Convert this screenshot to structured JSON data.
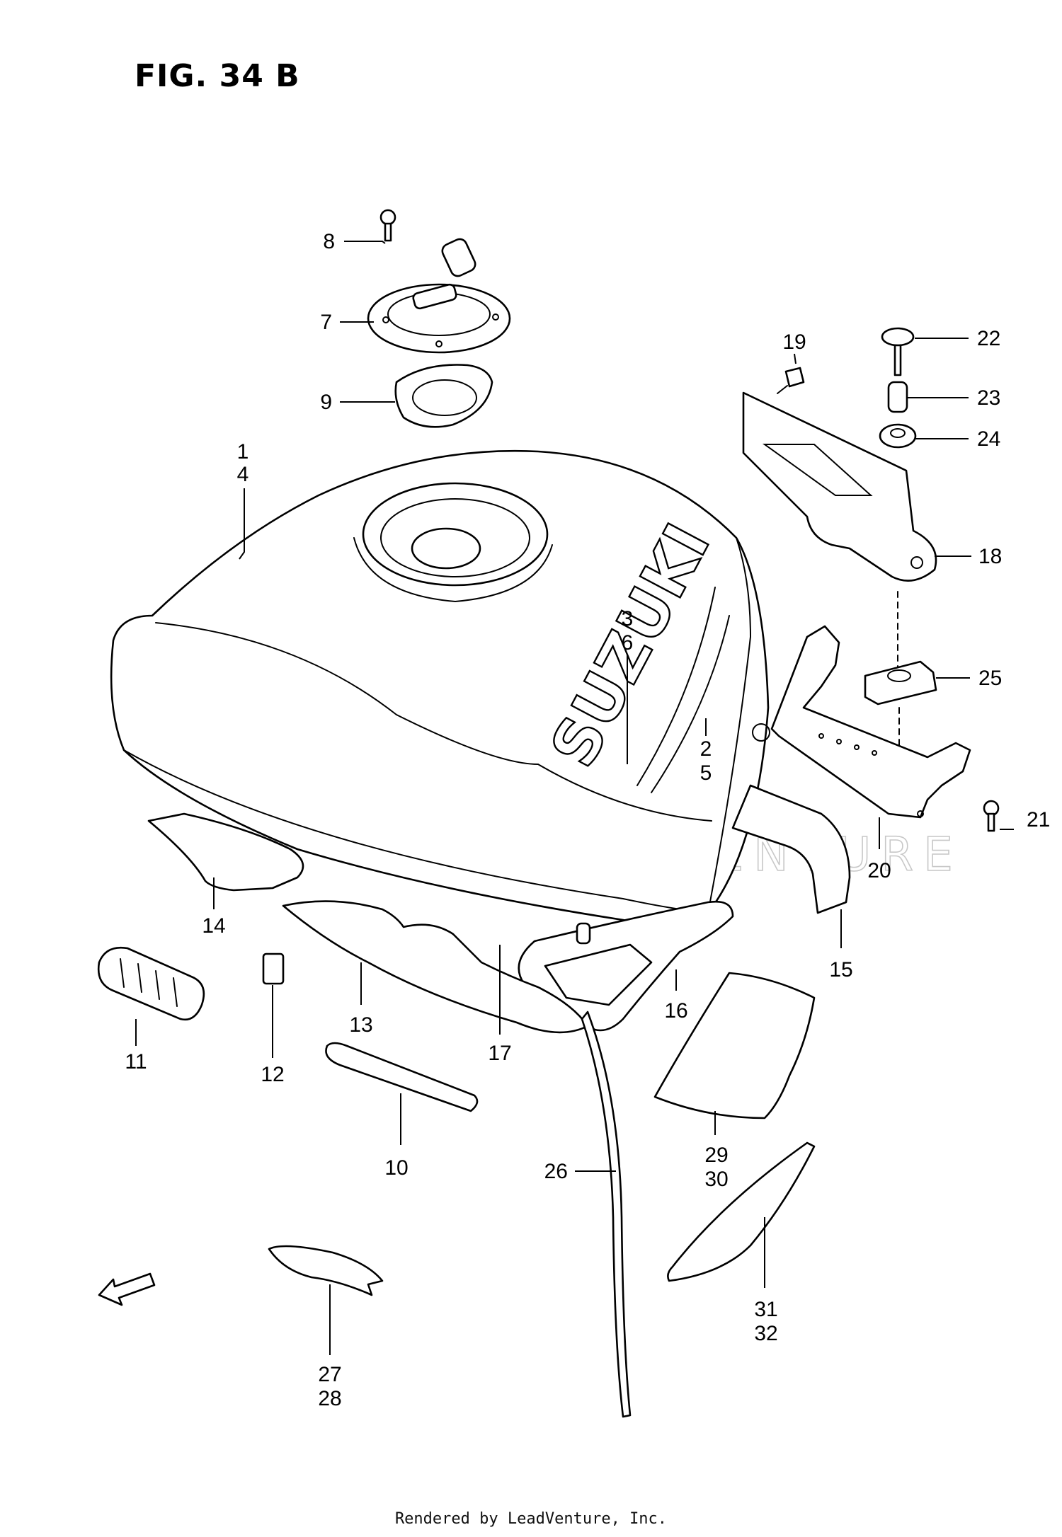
{
  "figure": {
    "title": "FIG. 34 B",
    "footer": "Rendered by LeadVenture, Inc.",
    "watermark": "LEADVENTURE",
    "tank_logo": "SUZUKI",
    "fwd_label": "FWD",
    "callouts": [
      "8",
      "7",
      "9",
      "1",
      "4",
      "19",
      "22",
      "23",
      "24",
      "18",
      "3",
      "6",
      "2",
      "5",
      "25",
      "21",
      "20",
      "15",
      "14",
      "16",
      "13",
      "17",
      "11",
      "12",
      "10",
      "29",
      "30",
      "26",
      "31",
      "32",
      "27",
      "28"
    ]
  }
}
